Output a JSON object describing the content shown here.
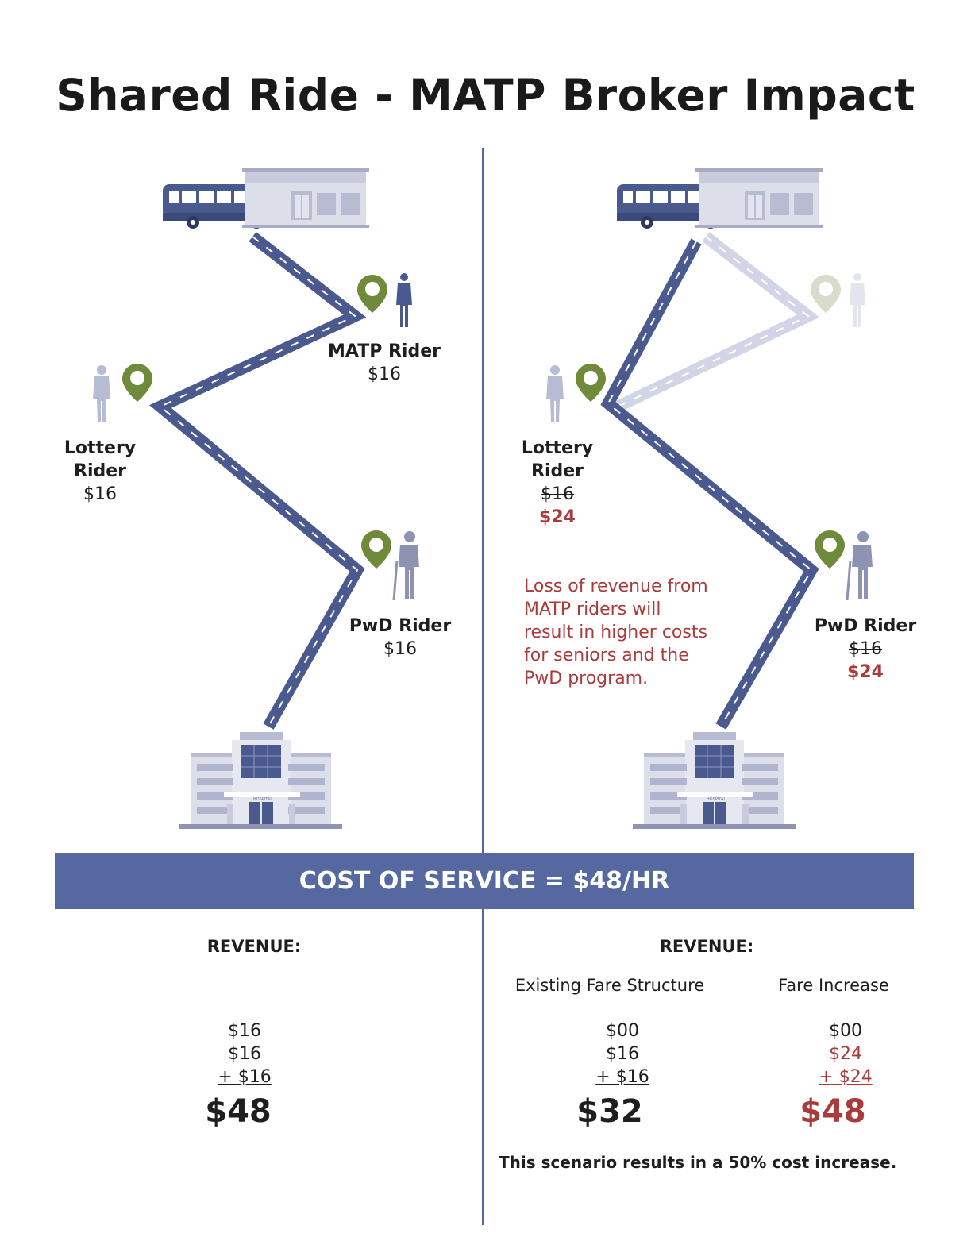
{
  "title": "Shared Ride - MATP Broker Impact",
  "colors": {
    "road": "#4a5a8f",
    "road_faded": "#d2d5e6",
    "pin": "#6f8a3a",
    "pin_faded": "#d9dccb",
    "accent_red": "#a93b3b",
    "band": "#5569a0",
    "building": "#c8cbdd"
  },
  "icons": [
    "bus-icon",
    "depot-building-icon",
    "hospital-icon",
    "location-pin-icon",
    "person-icon",
    "cane-person-icon"
  ],
  "hospital_sign": "HOSPITAL",
  "left_scenario": {
    "matp_rider": {
      "name": "MATP Rider",
      "price": "$16"
    },
    "lottery_rider": {
      "name_line1": "Lottery",
      "name_line2": "Rider",
      "price": "$16"
    },
    "pwd_rider": {
      "name": "PwD Rider",
      "price": "$16"
    }
  },
  "right_scenario": {
    "lottery_rider": {
      "name_line1": "Lottery",
      "name_line2": "Rider",
      "old_price": "$16",
      "new_price": "$24"
    },
    "pwd_rider": {
      "name": "PwD Rider",
      "old_price": "$16",
      "new_price": "$24"
    },
    "note": [
      "Loss of revenue from",
      "MATP riders will",
      "result in higher costs",
      "for seniors and the",
      "PwD program."
    ]
  },
  "cost_of_service": "COST OF SERVICE = $48/HR",
  "left_revenue": {
    "heading": "REVENUE:",
    "lines": [
      "$16",
      "$16",
      "+ $16"
    ],
    "total": "$48"
  },
  "right_revenue": {
    "heading": "REVENUE:",
    "existing": {
      "label": "Existing Fare Structure",
      "lines": [
        "$00",
        "$16",
        "+ $16"
      ],
      "total": "$32"
    },
    "increase": {
      "label": "Fare Increase",
      "lines": [
        "$00",
        "$24",
        "+ $24"
      ],
      "total": "$48"
    }
  },
  "conclusion": "This scenario results in a 50% cost increase."
}
